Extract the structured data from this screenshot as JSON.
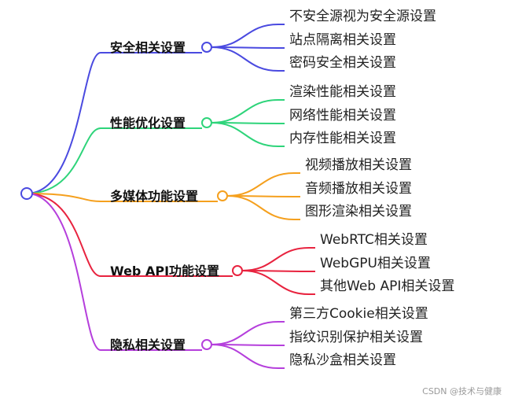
{
  "mindmap": {
    "branches": [
      {
        "label": "安全相关设置",
        "color": "#4a4ae0",
        "children": [
          "不安全源视为安全源设置",
          "站点隔离相关设置",
          "密码安全相关设置"
        ]
      },
      {
        "label": "性能优化设置",
        "color": "#2ed47a",
        "children": [
          "渲染性能相关设置",
          "网络性能相关设置",
          "内存性能相关设置"
        ]
      },
      {
        "label": "多媒体功能设置",
        "color": "#f5a01e",
        "children": [
          "视频播放相关设置",
          "音频播放相关设置",
          "图形渲染相关设置"
        ]
      },
      {
        "label": "Web API功能设置",
        "color": "#e8233f",
        "children": [
          "WebRTC相关设置",
          "WebGPU相关设置",
          "其他Web API相关设置"
        ]
      },
      {
        "label": "隐私相关设置",
        "color": "#b53fdc",
        "children": [
          "第三方Cookie相关设置",
          "指纹识别保护相关设置",
          "隐私沙盒相关设置"
        ]
      }
    ]
  },
  "watermark": "CSDN @技术与健康"
}
